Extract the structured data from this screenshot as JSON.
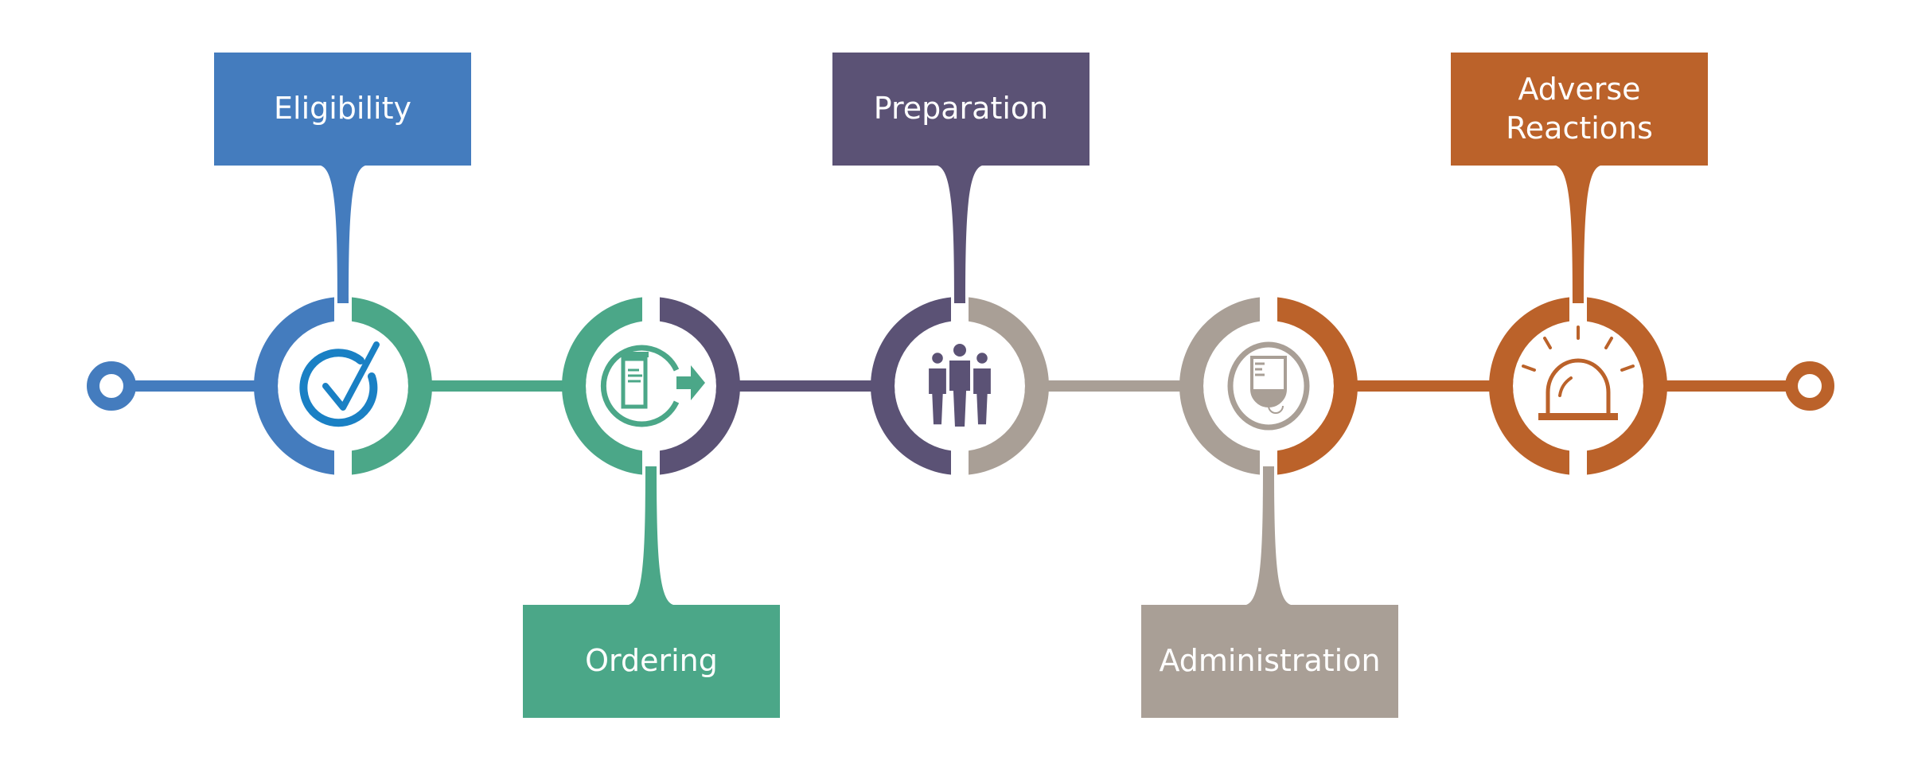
{
  "steps": [
    {
      "label": "Eligibility",
      "color": "#447CBE",
      "icon": "check-circle-icon",
      "box_position": "top"
    },
    {
      "label": "Ordering",
      "color": "#4BA788",
      "icon": "prescription-order-icon",
      "box_position": "bottom"
    },
    {
      "label": "Preparation",
      "color": "#5B5275",
      "icon": "people-group-icon",
      "box_position": "top"
    },
    {
      "label": "Administration",
      "color": "#A99F96",
      "icon": "iv-bag-icon",
      "box_position": "bottom"
    },
    {
      "label": "Adverse Reactions",
      "color": "#BB622A",
      "icon": "alarm-siren-icon",
      "box_position": "top"
    }
  ],
  "icon_colors": {
    "check": "#1A80C4"
  }
}
